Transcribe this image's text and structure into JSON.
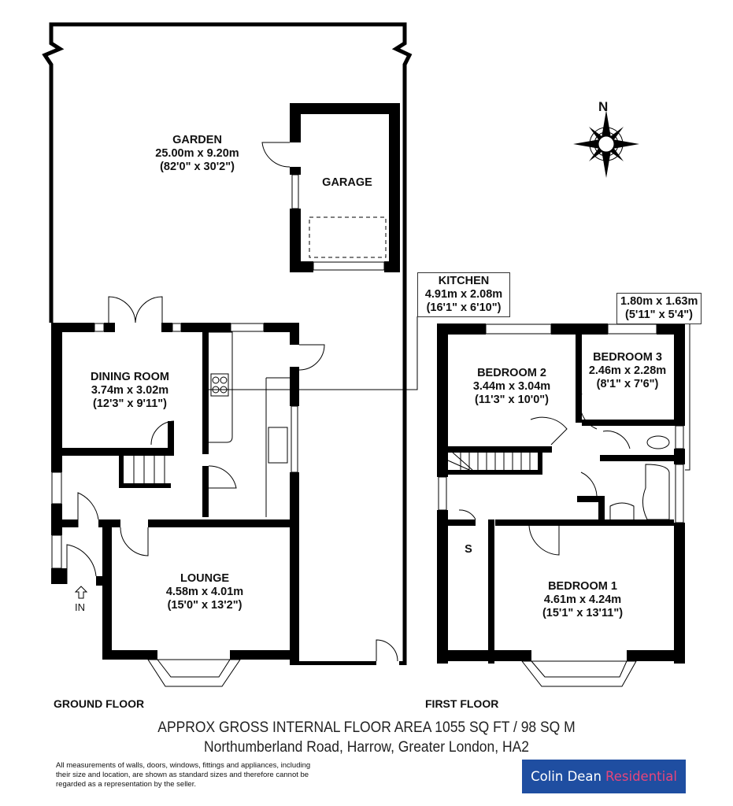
{
  "compass": {
    "label": "N"
  },
  "ground_floor": {
    "title": "GROUND FLOOR",
    "rooms": {
      "garden": {
        "name": "GARDEN",
        "metric": "25.00m x 9.20m",
        "imperial": "(82'0\" x 30'2\")"
      },
      "garage": {
        "name": "GARAGE"
      },
      "kitchen": {
        "name": "KITCHEN",
        "metric": "4.91m x 2.08m",
        "imperial": "(16'1\" x 6'10\")"
      },
      "dining_room": {
        "name": "DINING ROOM",
        "metric": "3.74m x 3.02m",
        "imperial": "(12'3\" x 9'11\")"
      },
      "lounge": {
        "name": "LOUNGE",
        "metric": "4.58m x 4.01m",
        "imperial": "(15'0\" x 13'2\")"
      }
    },
    "entrance_label": "IN"
  },
  "first_floor": {
    "title": "FIRST FLOOR",
    "rooms": {
      "bedroom_2": {
        "name": "BEDROOM 2",
        "metric": "3.44m x 3.04m",
        "imperial": "(11'3\" x 10'0\")"
      },
      "bedroom_3": {
        "name": "BEDROOM 3",
        "metric": "2.46m x 2.28m",
        "imperial": "(8'1\" x 7'6\")"
      },
      "bedroom_3_extra": {
        "metric": "1.80m x 1.63m",
        "imperial": "(5'11\" x 5'4\")"
      },
      "bedroom_1": {
        "name": "BEDROOM 1",
        "metric": "4.61m x 4.24m",
        "imperial": "(15'1\" x 13'11\")"
      },
      "storage": {
        "name": "S"
      }
    }
  },
  "footer": {
    "area": "APPROX GROSS INTERNAL FLOOR AREA  1055 SQ FT / 98 SQ M",
    "address": "Northumberland Road, Harrow, Greater London, HA2",
    "disclaimer": "All measurements of walls, doors, windows, fittings and appliances, including their size and location, are shown as standard sizes and therefore cannot be regarded as a representation by the seller."
  },
  "brand": {
    "part1": "Colin Dean",
    "part2": "Residential",
    "bg_color": "#1f4ea1",
    "accent_color": "#e8457a"
  }
}
